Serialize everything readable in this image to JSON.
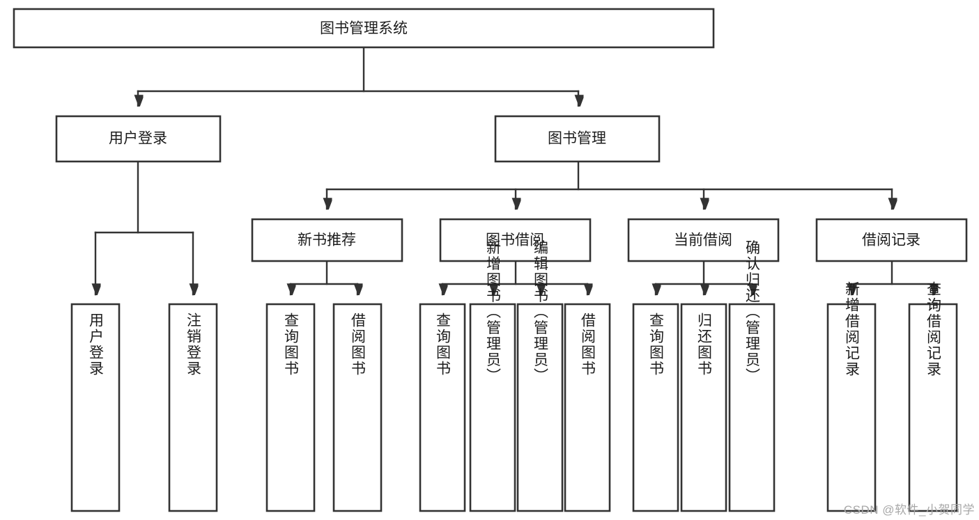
{
  "diagram": {
    "type": "tree",
    "title": "图书管理系统",
    "orientation": "top-down",
    "colors": {
      "box_fill": "#ffffff",
      "box_stroke": "#333333",
      "text": "#1c1c1c",
      "background": "#ffffff",
      "watermark": "#a8a8a8"
    },
    "root": {
      "label": "图书管理系统"
    },
    "level2": [
      {
        "label": "用户登录"
      },
      {
        "label": "图书管理"
      }
    ],
    "level3": [
      {
        "label": "新书推荐"
      },
      {
        "label": "图书借阅"
      },
      {
        "label": "当前借阅"
      },
      {
        "label": "借阅记录"
      }
    ],
    "leaves_user_login": [
      {
        "label": "用户登录"
      },
      {
        "label": "注销登录"
      }
    ],
    "leaves_new_book": [
      {
        "label": "查询图书"
      },
      {
        "label": "借阅图书"
      }
    ],
    "leaves_borrow": [
      {
        "label": "查询图书"
      },
      {
        "label": "新增图书（管理员）"
      },
      {
        "label": "编辑图书（管理员）"
      },
      {
        "label": "借阅图书"
      }
    ],
    "leaves_current": [
      {
        "label": "查询图书"
      },
      {
        "label": "归还图书"
      },
      {
        "label": "确认归还（管理员）"
      }
    ],
    "leaves_records": [
      {
        "label": "新增借阅记录"
      },
      {
        "label": "查询借阅记录"
      }
    ]
  },
  "watermark": {
    "text": "CSDN @软件_小贺同学"
  }
}
